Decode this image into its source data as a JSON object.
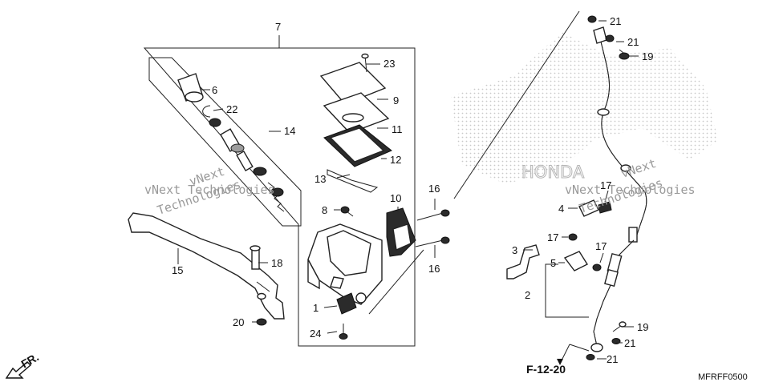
{
  "diagram": {
    "callouts": [
      {
        "id": "c7",
        "text": "7"
      },
      {
        "id": "c6",
        "text": "6"
      },
      {
        "id": "c22",
        "text": "22"
      },
      {
        "id": "c14",
        "text": "14"
      },
      {
        "id": "c23",
        "text": "23"
      },
      {
        "id": "c9",
        "text": "9"
      },
      {
        "id": "c11",
        "text": "11"
      },
      {
        "id": "c12",
        "text": "12"
      },
      {
        "id": "c13",
        "text": "13"
      },
      {
        "id": "c8",
        "text": "8"
      },
      {
        "id": "c10",
        "text": "10"
      },
      {
        "id": "c16a",
        "text": "16"
      },
      {
        "id": "c16b",
        "text": "16"
      },
      {
        "id": "c15",
        "text": "15"
      },
      {
        "id": "c18",
        "text": "18"
      },
      {
        "id": "c20",
        "text": "20"
      },
      {
        "id": "c1",
        "text": "1"
      },
      {
        "id": "c24",
        "text": "24"
      },
      {
        "id": "c21a",
        "text": "21"
      },
      {
        "id": "c21b",
        "text": "21"
      },
      {
        "id": "c19a",
        "text": "19"
      },
      {
        "id": "c4",
        "text": "4"
      },
      {
        "id": "c17a",
        "text": "17"
      },
      {
        "id": "c17b",
        "text": "17"
      },
      {
        "id": "c17c",
        "text": "17"
      },
      {
        "id": "c3",
        "text": "3"
      },
      {
        "id": "c5",
        "text": "5"
      },
      {
        "id": "c2",
        "text": "2"
      },
      {
        "id": "c19b",
        "text": "19"
      },
      {
        "id": "c21c",
        "text": "21"
      },
      {
        "id": "c21d",
        "text": "21"
      }
    ],
    "watermarks": {
      "text_1": "vNext Technologies",
      "text_2": "Technologies",
      "text_3": "vNext",
      "text_4": "vNext Technologies",
      "text_5": "vNext",
      "text_6": "Technologies"
    },
    "background_logo_text": "HONDA",
    "front_arrow_label": "FR.",
    "reference_label": "F-12-20",
    "drawing_code": "MFRFF0500"
  }
}
